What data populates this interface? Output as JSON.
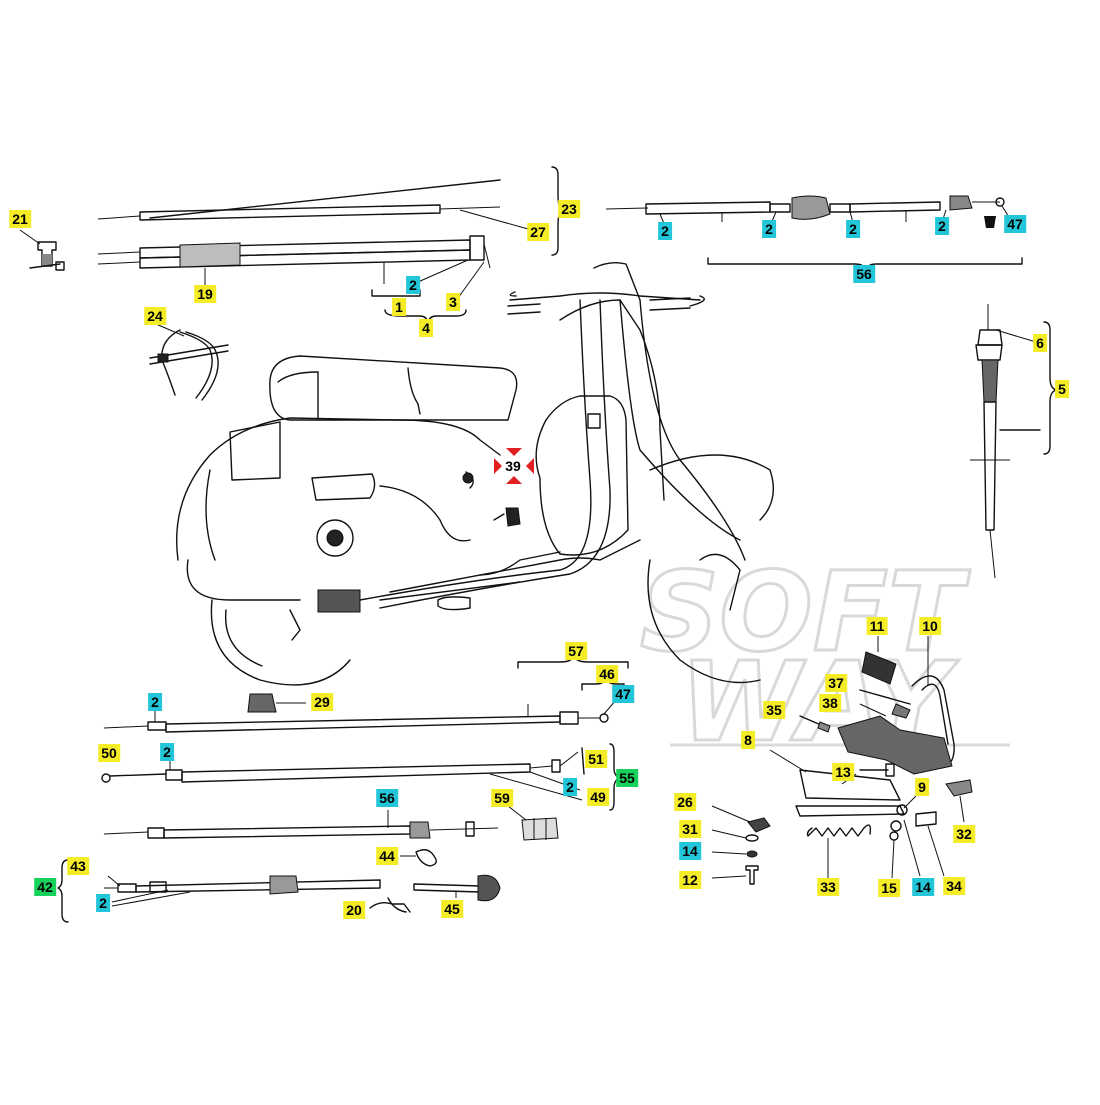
{
  "watermark": {
    "line1": "SOFT",
    "line2": "WAY"
  },
  "colors": {
    "yellow": "#f5ec28",
    "cyan": "#22c6d8",
    "green": "#17d25a",
    "ink": "#111111"
  },
  "callouts": [
    {
      "id": "21",
      "text": "21",
      "color": "yellow"
    },
    {
      "id": "19",
      "text": "19",
      "color": "yellow"
    },
    {
      "id": "23",
      "text": "23",
      "color": "yellow"
    },
    {
      "id": "27",
      "text": "27",
      "color": "yellow"
    },
    {
      "id": "2a",
      "text": "2",
      "color": "cyan"
    },
    {
      "id": "3",
      "text": "3",
      "color": "yellow"
    },
    {
      "id": "1",
      "text": "1",
      "color": "yellow"
    },
    {
      "id": "4",
      "text": "4",
      "color": "yellow"
    },
    {
      "id": "24",
      "text": "24",
      "color": "yellow"
    },
    {
      "id": "2b",
      "text": "2",
      "color": "cyan"
    },
    {
      "id": "2c",
      "text": "2",
      "color": "cyan"
    },
    {
      "id": "2d",
      "text": "2",
      "color": "cyan"
    },
    {
      "id": "2e",
      "text": "2",
      "color": "cyan"
    },
    {
      "id": "47a",
      "text": "47",
      "color": "cyan"
    },
    {
      "id": "56a",
      "text": "56",
      "color": "cyan"
    },
    {
      "id": "6",
      "text": "6",
      "color": "yellow"
    },
    {
      "id": "5",
      "text": "5",
      "color": "yellow"
    },
    {
      "id": "39",
      "text": "39",
      "color": "red"
    },
    {
      "id": "57",
      "text": "57",
      "color": "yellow"
    },
    {
      "id": "46",
      "text": "46",
      "color": "yellow"
    },
    {
      "id": "47b",
      "text": "47",
      "color": "cyan"
    },
    {
      "id": "2f",
      "text": "2",
      "color": "cyan"
    },
    {
      "id": "29",
      "text": "29",
      "color": "yellow"
    },
    {
      "id": "50",
      "text": "50",
      "color": "yellow"
    },
    {
      "id": "2g",
      "text": "2",
      "color": "cyan"
    },
    {
      "id": "51",
      "text": "51",
      "color": "yellow"
    },
    {
      "id": "55",
      "text": "55",
      "color": "green"
    },
    {
      "id": "2h",
      "text": "2",
      "color": "cyan"
    },
    {
      "id": "49",
      "text": "49",
      "color": "yellow"
    },
    {
      "id": "56b",
      "text": "56",
      "color": "cyan"
    },
    {
      "id": "59",
      "text": "59",
      "color": "yellow"
    },
    {
      "id": "44",
      "text": "44",
      "color": "yellow"
    },
    {
      "id": "43",
      "text": "43",
      "color": "yellow"
    },
    {
      "id": "42",
      "text": "42",
      "color": "green"
    },
    {
      "id": "2i",
      "text": "2",
      "color": "cyan"
    },
    {
      "id": "20",
      "text": "20",
      "color": "yellow"
    },
    {
      "id": "45",
      "text": "45",
      "color": "yellow"
    },
    {
      "id": "11",
      "text": "11",
      "color": "yellow"
    },
    {
      "id": "10",
      "text": "10",
      "color": "yellow"
    },
    {
      "id": "37",
      "text": "37",
      "color": "yellow"
    },
    {
      "id": "38",
      "text": "38",
      "color": "yellow"
    },
    {
      "id": "35",
      "text": "35",
      "color": "yellow"
    },
    {
      "id": "8",
      "text": "8",
      "color": "yellow"
    },
    {
      "id": "13",
      "text": "13",
      "color": "yellow"
    },
    {
      "id": "9",
      "text": "9",
      "color": "yellow"
    },
    {
      "id": "26",
      "text": "26",
      "color": "yellow"
    },
    {
      "id": "31",
      "text": "31",
      "color": "yellow"
    },
    {
      "id": "14a",
      "text": "14",
      "color": "cyan"
    },
    {
      "id": "12",
      "text": "12",
      "color": "yellow"
    },
    {
      "id": "33",
      "text": "33",
      "color": "yellow"
    },
    {
      "id": "15",
      "text": "15",
      "color": "yellow"
    },
    {
      "id": "14b",
      "text": "14",
      "color": "cyan"
    },
    {
      "id": "34",
      "text": "34",
      "color": "yellow"
    },
    {
      "id": "32",
      "text": "32",
      "color": "yellow"
    }
  ]
}
